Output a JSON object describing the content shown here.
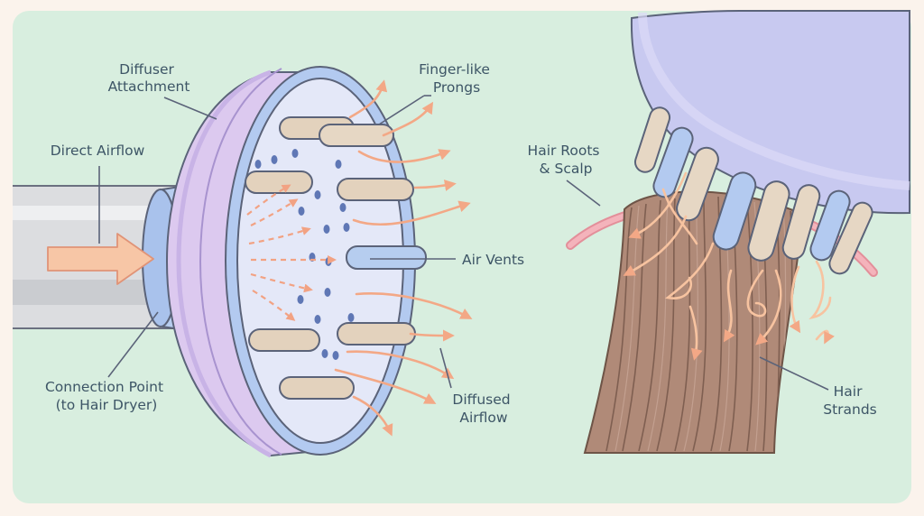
{
  "labels": {
    "diffuser_attachment": [
      "Diffuser",
      "Attachment"
    ],
    "direct_airflow": "Direct Airflow",
    "connection_point": [
      "Connection Point",
      "(to Hair Dryer)"
    ],
    "finger_prongs": [
      "Finger-like",
      "Prongs"
    ],
    "air_vents": "Air Vents",
    "diffused_airflow": [
      "Diffused",
      "Airflow"
    ],
    "hair_roots": [
      "Hair Roots",
      "& Scalp"
    ],
    "hair_strands": [
      "Hair",
      "Strands"
    ]
  },
  "colors": {
    "background": "#fbf3ec",
    "panel": "#d8eedf",
    "diffuser_shell": "#d9c6ee",
    "diffuser_rim": "#aec6ef",
    "diffuser_face": "#e4e8f8",
    "dryer_tube": "#dcdde0",
    "airflow_arrow": "#f7c3a0",
    "prong": "#e3d2bd",
    "hair": "#b08a78",
    "scalp": "#f0a7b0",
    "outline": "#5b6379"
  },
  "icons": [
    "direct-airflow-arrow-icon",
    "diffused-airflow-arrow-icon",
    "swirl-airflow-icon"
  ]
}
